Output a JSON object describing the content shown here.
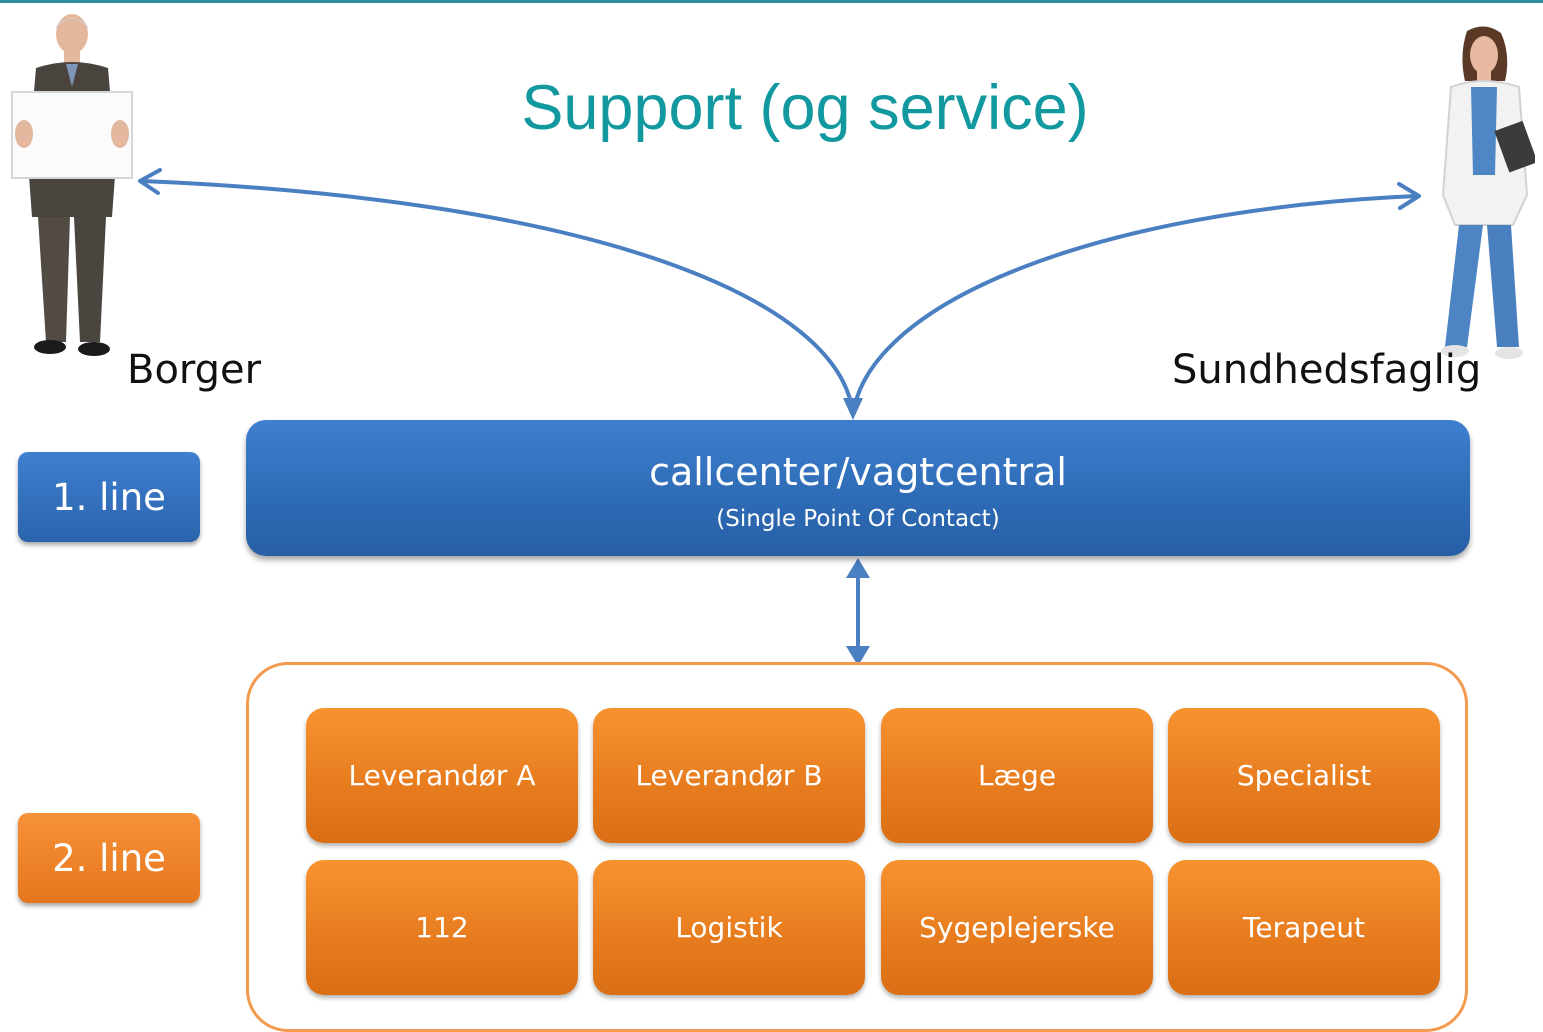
{
  "title": "Support (og service)",
  "left_person": {
    "label": "Borger"
  },
  "right_person": {
    "label": "Sundhedsfaglig"
  },
  "first_line": {
    "tag": "1. line",
    "title": "callcenter/vagtcentral",
    "subtitle": "(Single Point Of Contact)"
  },
  "second_line": {
    "tag": "2. line",
    "cells": [
      "Leverandør A",
      "Leverandør B",
      "Læge",
      "Specialist",
      "112",
      "Logistik",
      "Sygeplejerske",
      "Terapeut"
    ]
  },
  "colors": {
    "title": "#12989f",
    "blue_box": "#2e6cb6",
    "orange_box": "#f39a4e",
    "arrow": "#4a7fc1"
  },
  "icons": [
    "man-holding-sign-icon",
    "doctor-with-clipboard-icon"
  ]
}
